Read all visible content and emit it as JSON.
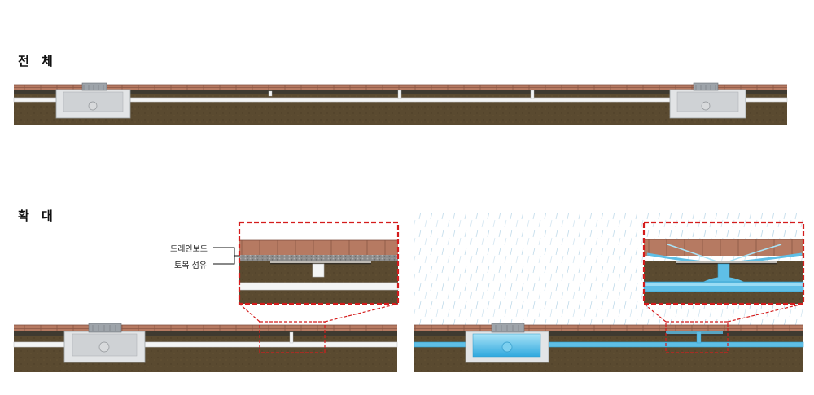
{
  "sections": {
    "overall": {
      "title": "전 체"
    },
    "zoom": {
      "title": "확 대"
    }
  },
  "labels": {
    "drain_board": "드레인보드",
    "geotextile": "토목 섬유"
  },
  "colors": {
    "brick": "#b67a62",
    "brick_line": "#7e4d3c",
    "soil": "#5a4a30",
    "soil_dark": "#3f3320",
    "concrete": "#e2e4e6",
    "pipe": "#f4f5f5",
    "water": "#5fbfe6",
    "water_light": "#a9e3f7",
    "dash_red": "#d41c1c",
    "gravel": "#8d8d8d",
    "rain": "#b9d7e8"
  }
}
